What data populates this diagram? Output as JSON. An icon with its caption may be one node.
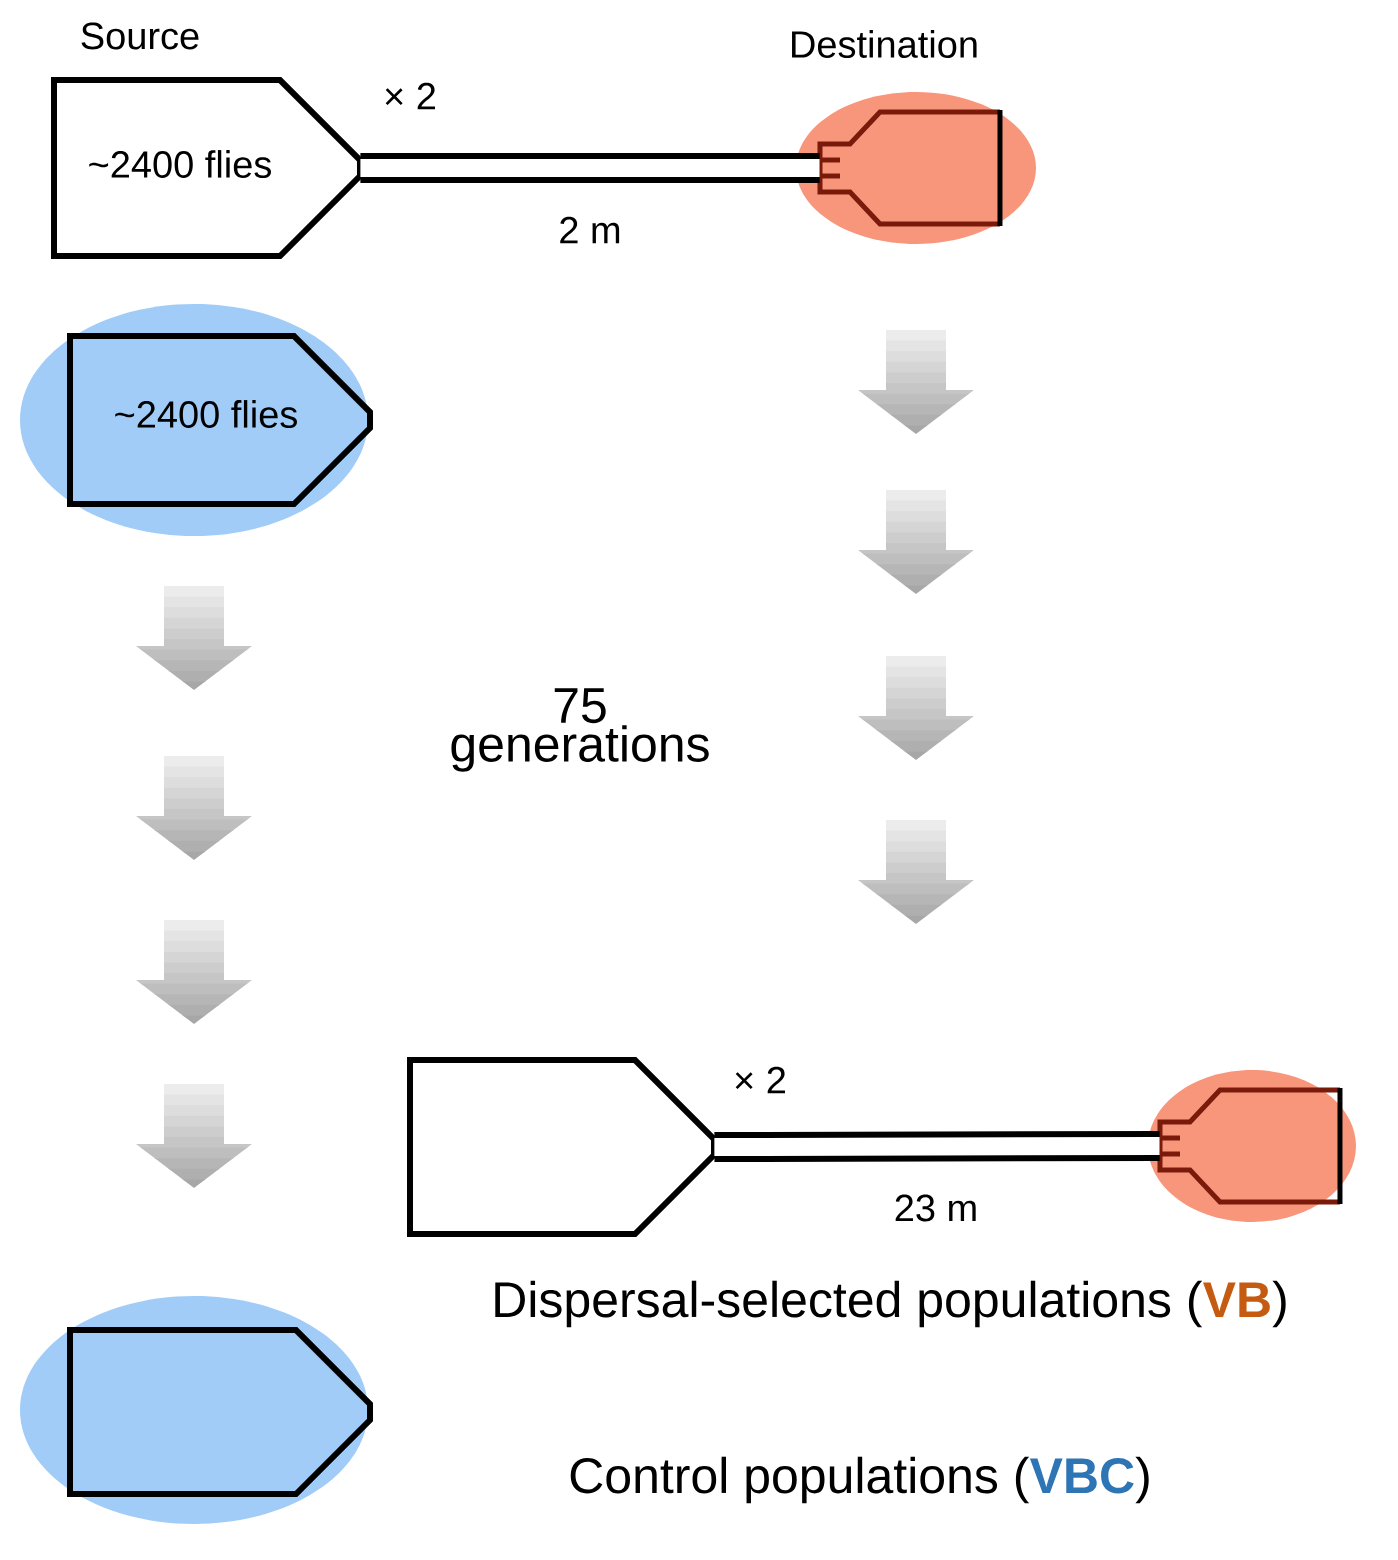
{
  "diagram": {
    "nodes": [
      {
        "text": [
          "Source",
          "~2400 flies"
        ],
        "beside": [
          "× 2"
        ]
      },
      {
        "text": [
          "Destination"
        ]
      },
      {
        "text": [
          "~2400 flies"
        ]
      },
      {
        "text": [],
        "shape": "box",
        "beside": [
          "× 2"
        ]
      },
      {
        "text": [],
        "shape": "ellipse"
      },
      {
        "text": [],
        "shape": "ellipse"
      }
    ],
    "edges": [
      {
        "from": 0,
        "to": 1,
        "arrow": "none",
        "label": "2 m"
      },
      {
        "from": 3,
        "to": 4,
        "arrow": "none",
        "label": "23 m"
      }
    ],
    "labels": [
      "75 generations",
      "Dispersal-selected populations (**VB**)",
      "Control populations (**VBC**)"
    ]
  }
}
